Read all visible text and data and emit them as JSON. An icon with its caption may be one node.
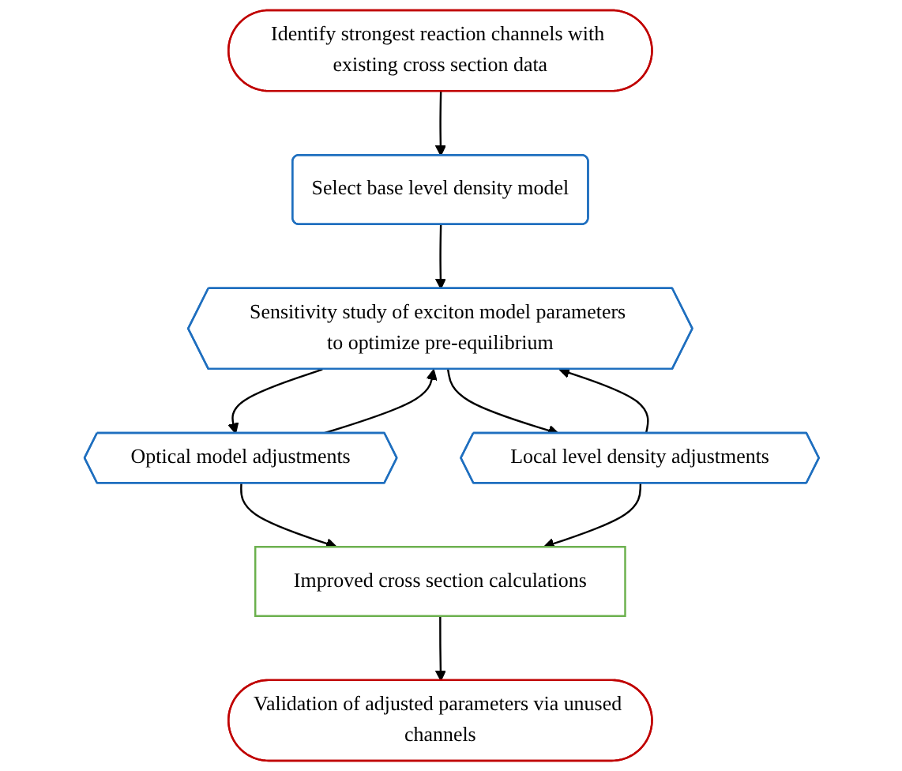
{
  "diagram": {
    "nodes": [
      {
        "text": [
          "Identify strongest reaction channels with existing cross section data"
        ]
      },
      {
        "text": [
          "Select base level density model"
        ]
      },
      {
        "text": [
          "Sensitivity study of exciton model parameters to optimize pre-equilibrium"
        ]
      },
      {
        "text": [
          "Optical model adjustments"
        ]
      },
      {
        "text": [
          "Local level density adjustments"
        ]
      },
      {
        "text": [
          "Improved cross section calculations"
        ]
      },
      {
        "text": [
          "Validation of adjusted parameters via unused channels"
        ]
      }
    ],
    "edges": [
      {
        "from": 0,
        "to": 1,
        "arrow": "to"
      },
      {
        "from": 1,
        "to": 2,
        "arrow": "to"
      },
      {
        "from": 2,
        "to": 3,
        "arrow": "to"
      },
      {
        "from": 2,
        "to": 4,
        "arrow": "to"
      },
      {
        "from": 3,
        "to": 5,
        "arrow": "to"
      },
      {
        "from": 4,
        "to": 5,
        "arrow": "to"
      },
      {
        "from": 3,
        "to": 2,
        "arrow": "to"
      },
      {
        "from": 4,
        "to": 2,
        "arrow": "to"
      },
      {
        "from": 5,
        "to": 6,
        "arrow": "to"
      }
    ]
  }
}
